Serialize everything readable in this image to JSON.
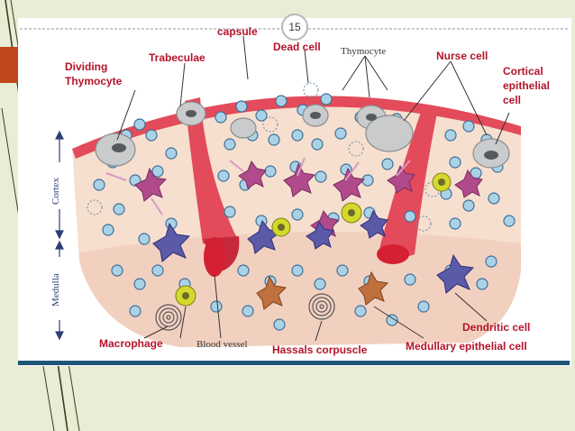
{
  "slide": {
    "page_number": "15",
    "colors": {
      "background": "#e9edd6",
      "accent_bar": "#c0471c",
      "frame_bar": "#1d5678",
      "label_red": "#b4142a",
      "capsule": "#e34a5a",
      "tissue": "#f6dfcf"
    }
  },
  "diagram": {
    "labels": {
      "capsule": "capsule",
      "dead_cell": "Dead cell",
      "thymocyte": "Thymocyte",
      "nurse_cell": "Nurse cell",
      "trabeculae": "Trabeculae",
      "dividing_thymocyte_line1": "Dividing",
      "dividing_thymocyte_line2": "Thymocyte",
      "cortical_line1": "Cortical",
      "cortical_line2": "epithelial",
      "cortical_line3": "cell",
      "cortex": "Cortex",
      "medulla": "Medulla",
      "dendritic_cell": "Dendritic cell",
      "macrophage": "Macrophage",
      "blood_vessel": "Blood vessel",
      "hassals_corpuscle": "Hassals corpuscle",
      "medullary_epithelial_cell": "Medullary epithelial  cell"
    }
  }
}
